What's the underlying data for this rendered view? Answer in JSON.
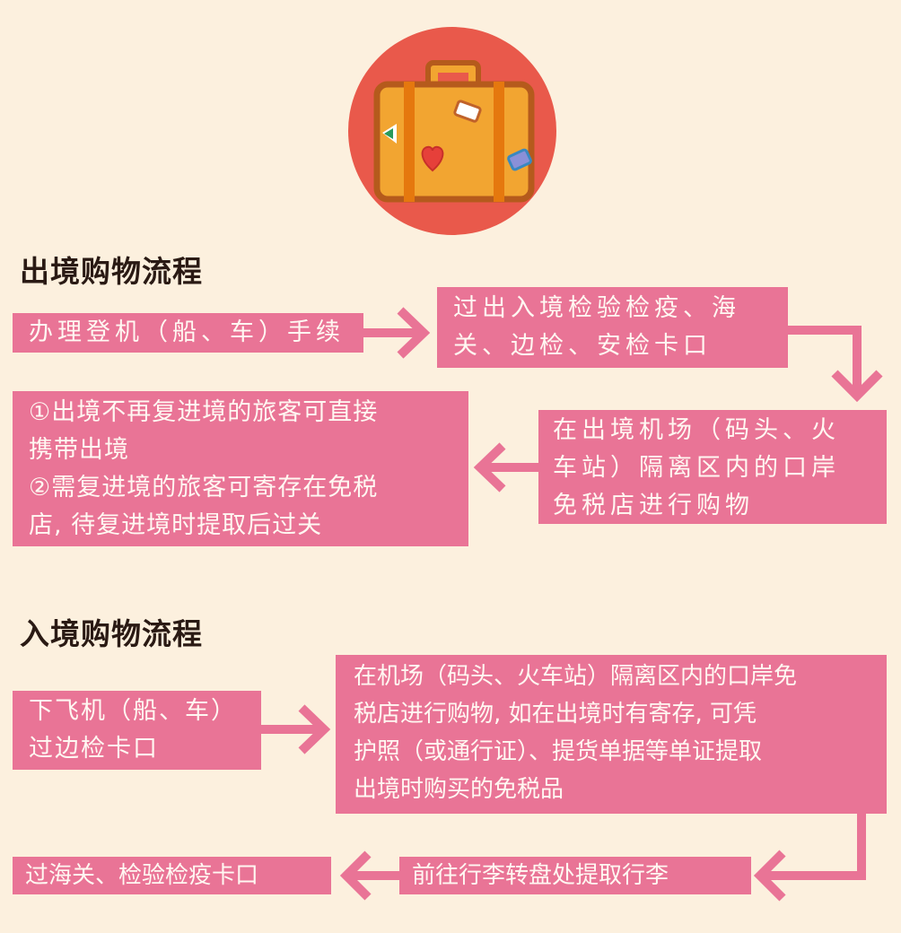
{
  "colors": {
    "background": "#fcf0de",
    "box_fill": "#e97496",
    "arrow": "#e97496",
    "box_text": "#fff8f2",
    "title_text": "#2a1a14",
    "icon_circle": "#e9594b",
    "suitcase_body": "#f2a531",
    "suitcase_strap": "#e5780e",
    "suitcase_outline": "#b55a1c"
  },
  "icon": {
    "name": "suitcase-icon"
  },
  "outbound": {
    "title": "出境购物流程",
    "steps": [
      {
        "lines": [
          "办理登机（船、车）手续"
        ]
      },
      {
        "lines": [
          "过出入境检验检疫、海",
          "关、边检、安检卡口"
        ]
      },
      {
        "lines": [
          "在出境机场（码头、火",
          "车站）隔离区内的口岸",
          "免税店进行购物"
        ]
      },
      {
        "lines": [
          "①出境不再复进境的旅客可直接",
          "携带出境",
          "②需复进境的旅客可寄存在免税",
          "店, 待复进境时提取后过关"
        ]
      }
    ]
  },
  "inbound": {
    "title": "入境购物流程",
    "steps": [
      {
        "lines": [
          "下飞机（船、车）",
          "过边检卡口"
        ]
      },
      {
        "lines": [
          "在机场（码头、火车站）隔离区内的口岸免",
          "税店进行购物, 如在出境时有寄存, 可凭",
          "护照（或通行证）、提货单据等单证提取",
          "出境时购买的免税品"
        ]
      },
      {
        "lines": [
          "前往行李转盘处提取行李"
        ]
      },
      {
        "lines": [
          "过海关、检验检疫卡口"
        ]
      }
    ]
  }
}
